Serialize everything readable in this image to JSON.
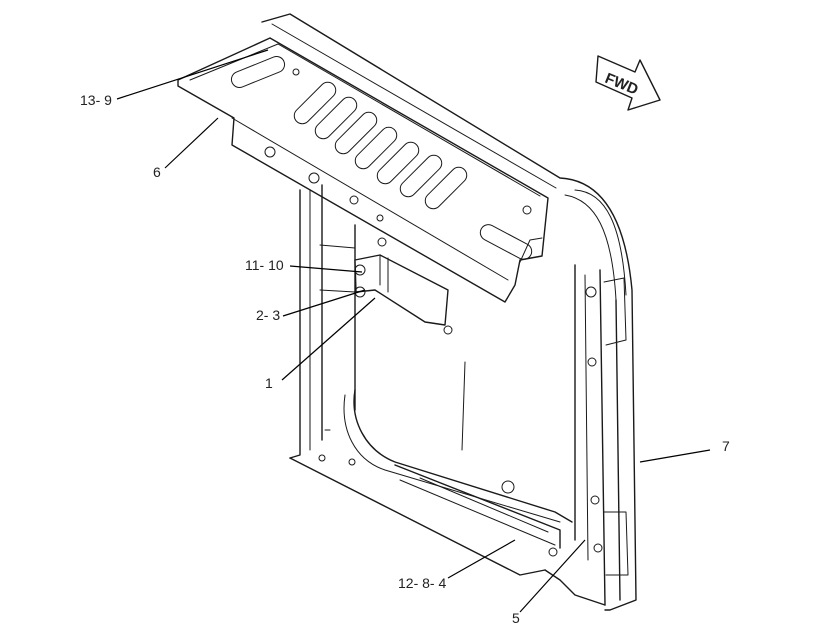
{
  "diagram": {
    "fwd_label": "FWD",
    "callouts": [
      {
        "id": "13-9",
        "text": "13- 9"
      },
      {
        "id": "6",
        "text": "6"
      },
      {
        "id": "11-10",
        "text": "11- 10"
      },
      {
        "id": "2-3",
        "text": "2- 3"
      },
      {
        "id": "1",
        "text": "1"
      },
      {
        "id": "7",
        "text": "7"
      },
      {
        "id": "12-8-4",
        "text": "12- 8- 4"
      },
      {
        "id": "5",
        "text": "5"
      }
    ]
  }
}
